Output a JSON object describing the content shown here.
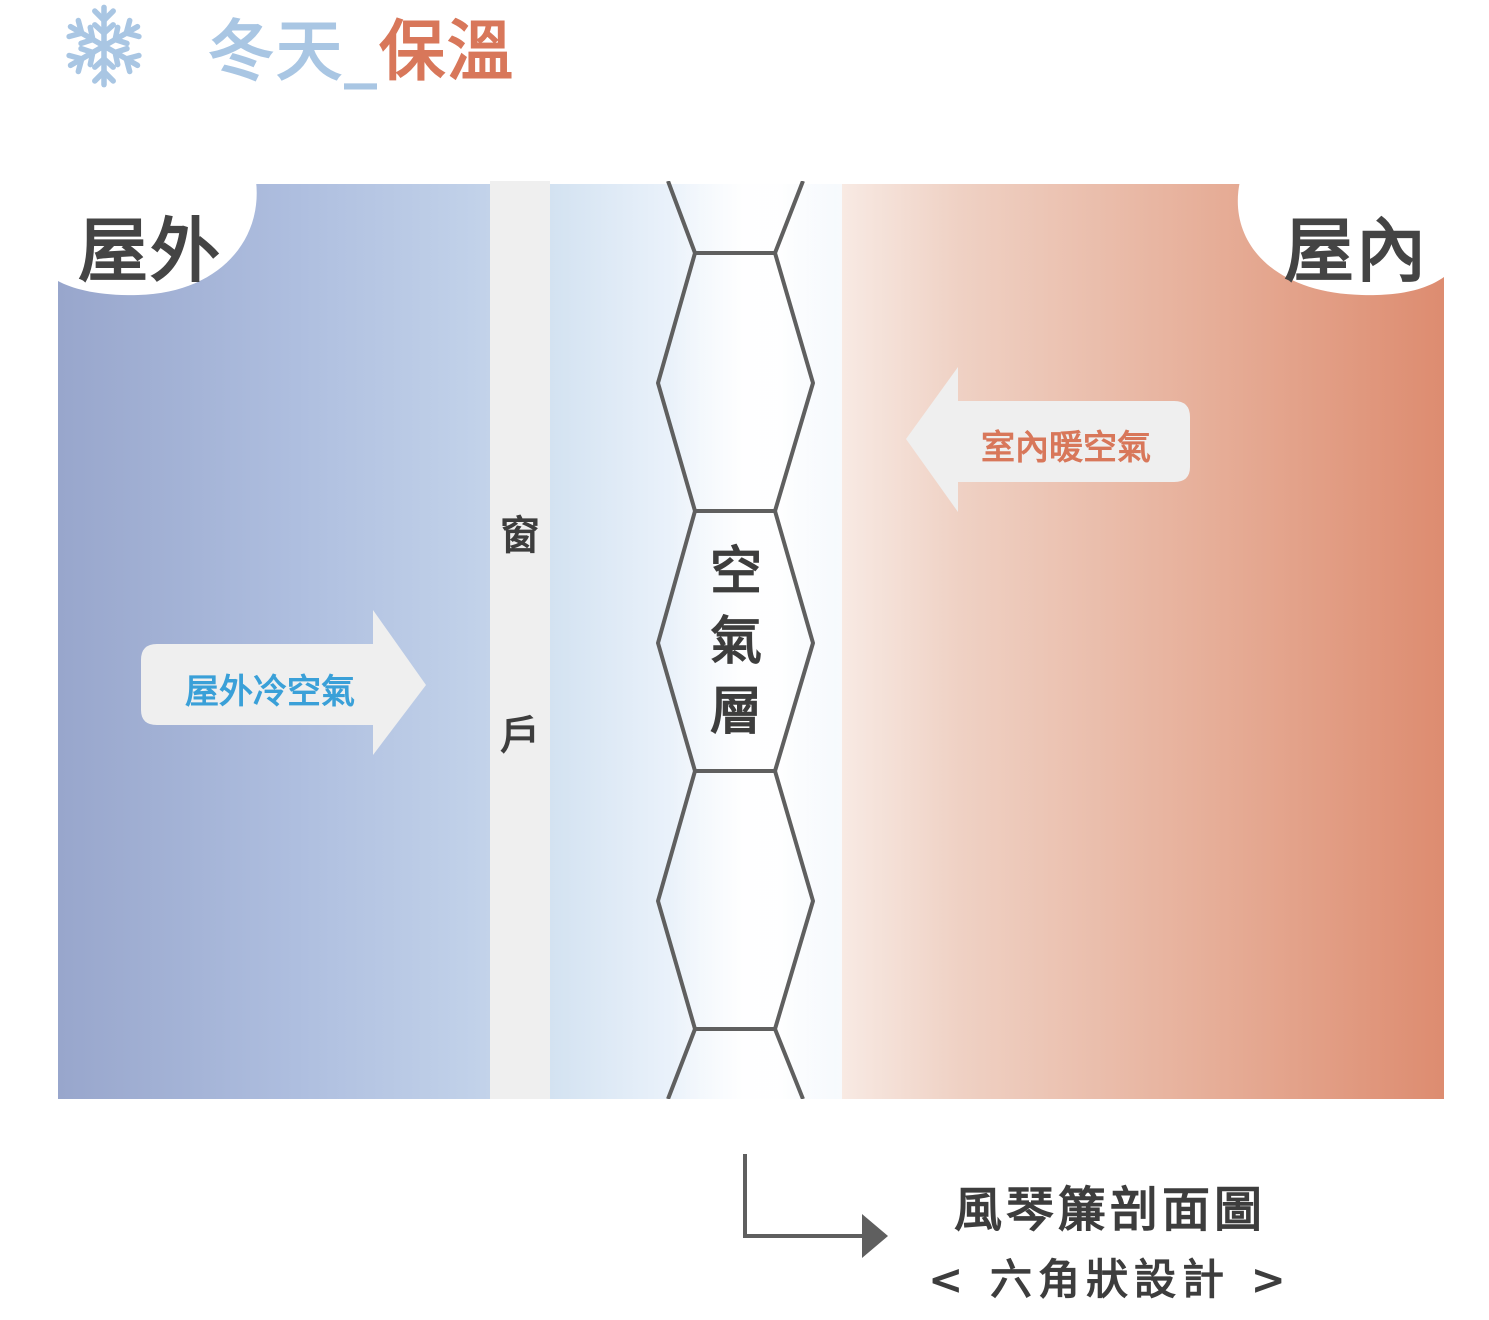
{
  "title": {
    "winter": "冬天_",
    "keep_warm": "保溫"
  },
  "labels": {
    "outdoor": "屋外",
    "indoor": "屋內",
    "window_top": "窗",
    "window_bottom": "戶",
    "air_layer_1": "空",
    "air_layer_2": "氣",
    "air_layer_3": "層"
  },
  "arrows": {
    "cold_air": "屋外冷空氣",
    "warm_air": "室內暖空氣"
  },
  "caption": {
    "line1": "風琴簾剖面圖",
    "line2": "< 六角狀設計 >"
  },
  "colors": {
    "title_blue": "#a9c6e3",
    "title_orange": "#d8775a",
    "cold_text": "#3aa0d8",
    "warm_text": "#d8775a",
    "outline": "#5f5f5f"
  },
  "icons": {
    "snowflake": "snowflake-icon",
    "elbow_arrow": "elbow-arrow-icon"
  }
}
